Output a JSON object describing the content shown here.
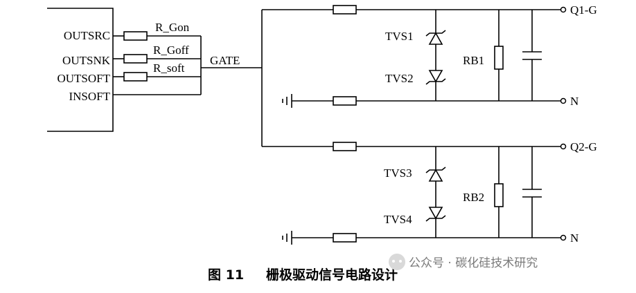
{
  "driver_ic": {
    "pins": [
      "OUTSRC",
      "OUTSNK",
      "OUTSOFT",
      "INSOFT"
    ]
  },
  "resistors": {
    "r_gon": "R_Gon",
    "r_goff": "R_Goff",
    "r_soft": "R_soft",
    "rb1": "RB1",
    "rb2": "RB2"
  },
  "nets": {
    "gate": "GATE"
  },
  "terminals": {
    "q1g": "Q1-G",
    "n1": "N",
    "q2g": "Q2-G",
    "n2": "N"
  },
  "tvs": {
    "tvs1": "TVS1",
    "tvs2": "TVS2",
    "tvs3": "TVS3",
    "tvs4": "TVS4"
  },
  "caption": {
    "figure_no": "图 11",
    "title": "栅极驱动信号电路设计"
  },
  "watermark": {
    "text": "公众号 · 碳化硅技术研究"
  }
}
